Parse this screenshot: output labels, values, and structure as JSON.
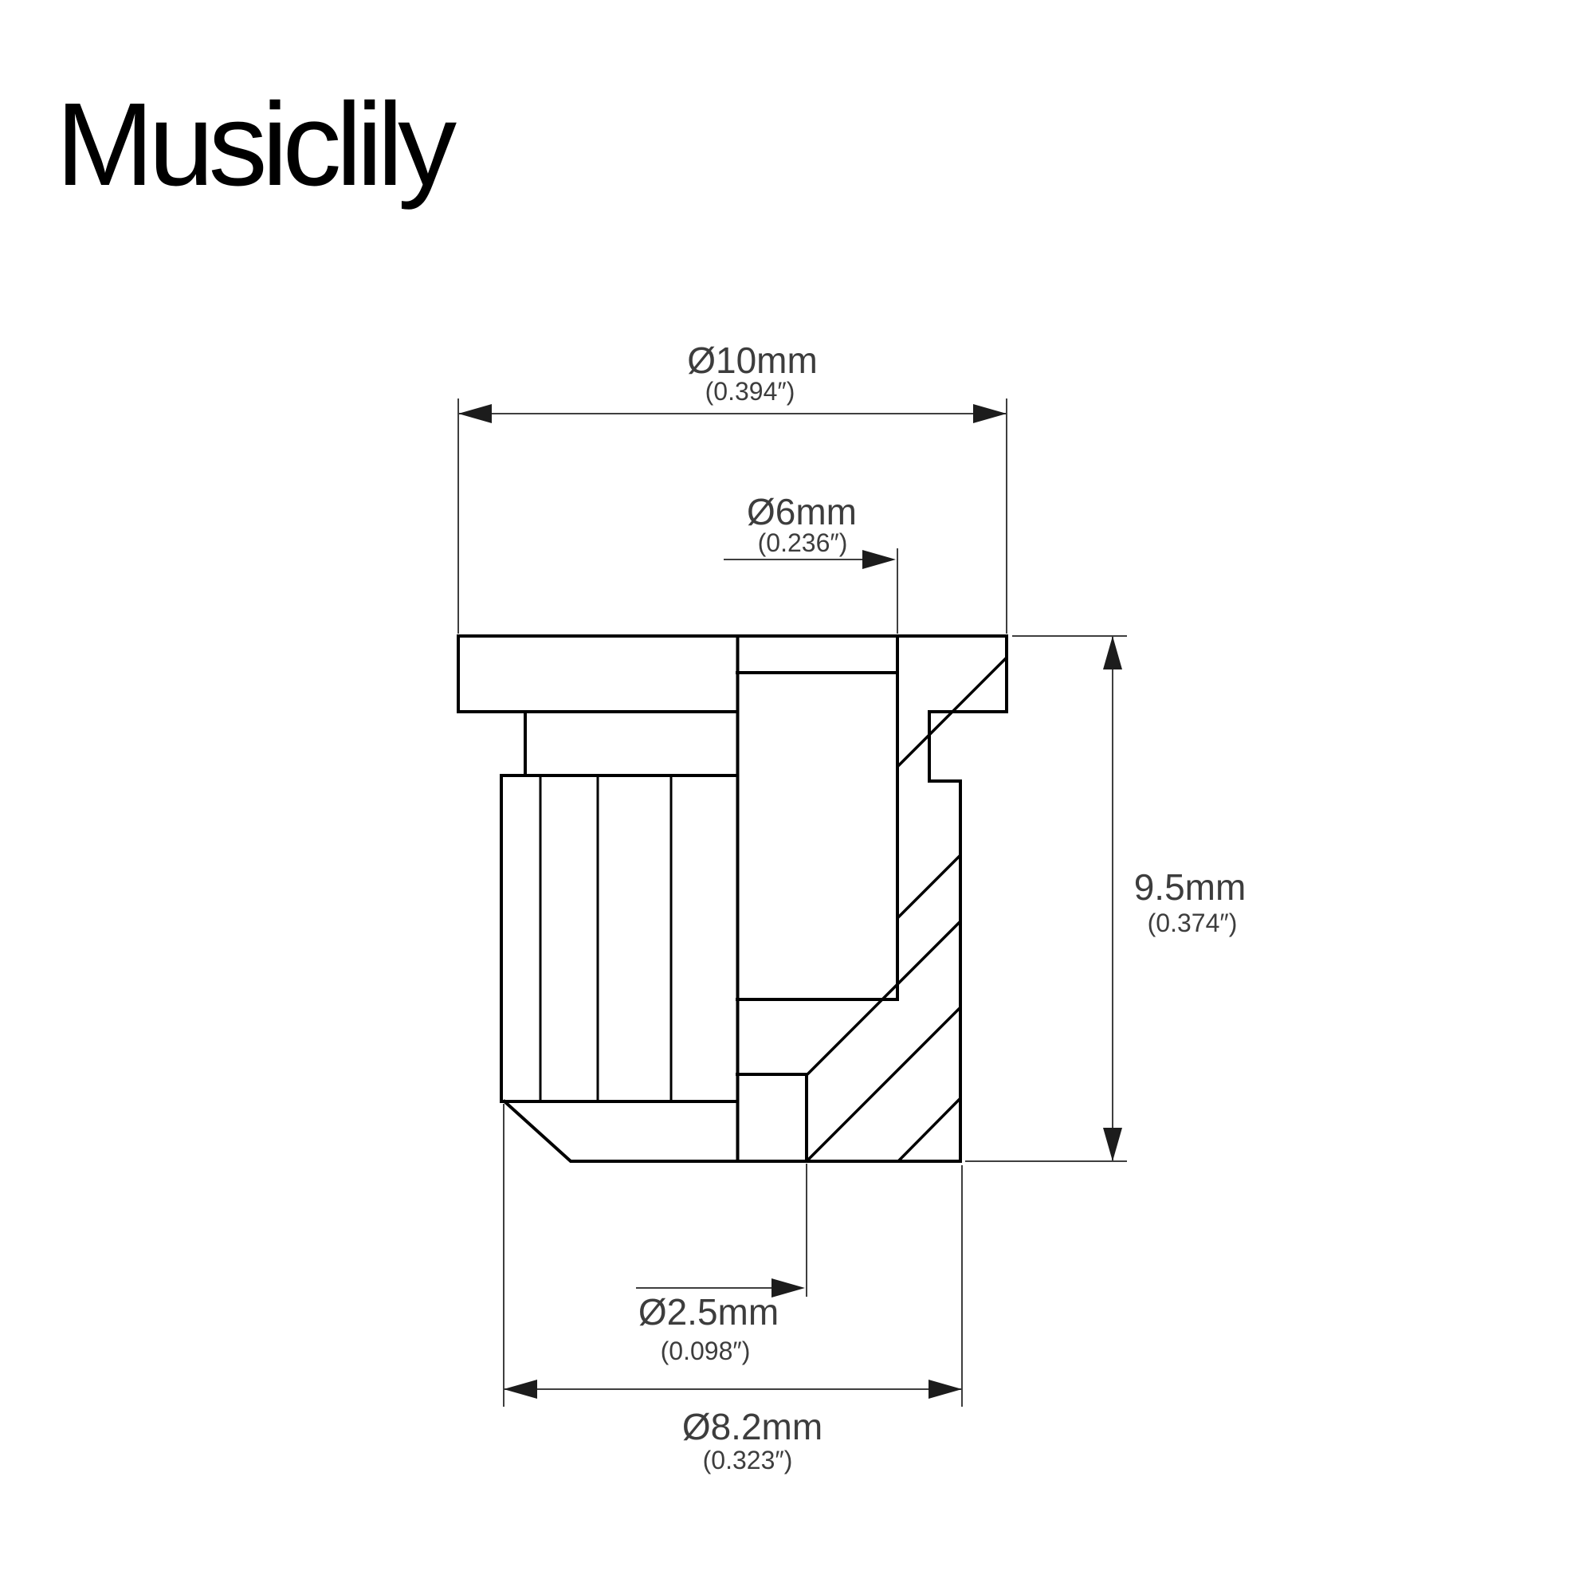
{
  "title": "Musiclily",
  "drawing": {
    "type": "technical-half-section",
    "colors": {
      "outline": "#000000",
      "dimension_lines": "#3f3f3f",
      "dimension_text": "#3d3d3d",
      "background": "#ffffff"
    },
    "dims": {
      "flange_diameter": {
        "mm": "Ø10mm",
        "inches": "(0.394″)"
      },
      "bore_diameter": {
        "mm": "Ø6mm",
        "inches": "(0.236″)"
      },
      "height": {
        "mm": "9.5mm",
        "inches": "(0.374″)"
      },
      "hole_diameter": {
        "mm": "Ø2.5mm",
        "inches": "(0.098″)"
      },
      "body_diameter": {
        "mm": "Ø8.2mm",
        "inches": "(0.323″)"
      }
    }
  }
}
